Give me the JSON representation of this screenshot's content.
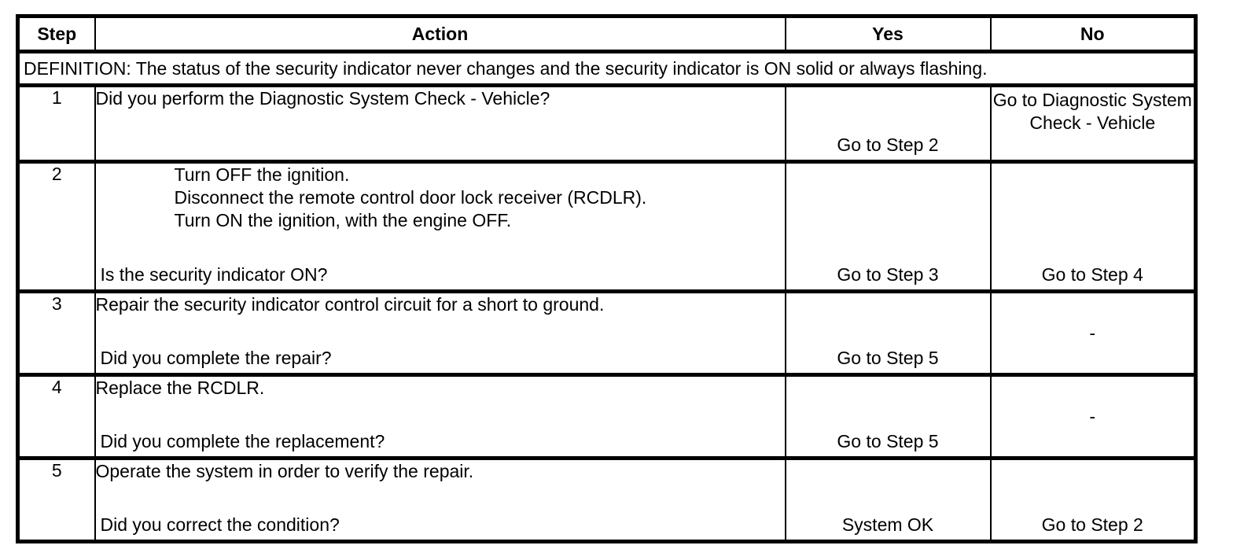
{
  "table": {
    "headers": {
      "step": "Step",
      "action": "Action",
      "yes": "Yes",
      "no": "No"
    },
    "definition": "DEFINITION: The status of the security indicator never changes and the security indicator is ON solid or always flashing.",
    "rows": [
      {
        "step": "1",
        "action_lead": "Did you perform the Diagnostic System Check - Vehicle?",
        "steps": [],
        "question": "",
        "yes": "Go to Step 2",
        "no": "Go to Diagnostic System Check - Vehicle"
      },
      {
        "step": "2",
        "action_lead": "",
        "steps": [
          "Turn OFF the ignition.",
          "Disconnect the remote control door lock receiver (RCDLR).",
          "Turn ON the ignition, with the engine OFF."
        ],
        "question": "Is the security indicator ON?",
        "yes": "Go to Step 3",
        "no": "Go to Step 4"
      },
      {
        "step": "3",
        "action_lead": "Repair the security indicator control circuit for a short to ground.",
        "steps": [],
        "question": "Did you complete the repair?",
        "yes": "Go to Step 5",
        "no": "-"
      },
      {
        "step": "4",
        "action_lead": "Replace the RCDLR.",
        "steps": [],
        "question": "Did you complete the replacement?",
        "yes": "Go to Step 5",
        "no": "-"
      },
      {
        "step": "5",
        "action_lead": "Operate the system in order to verify the repair.",
        "steps": [],
        "question": "Did you correct the condition?",
        "yes": "System OK",
        "no": "Go to Step 2"
      }
    ]
  }
}
